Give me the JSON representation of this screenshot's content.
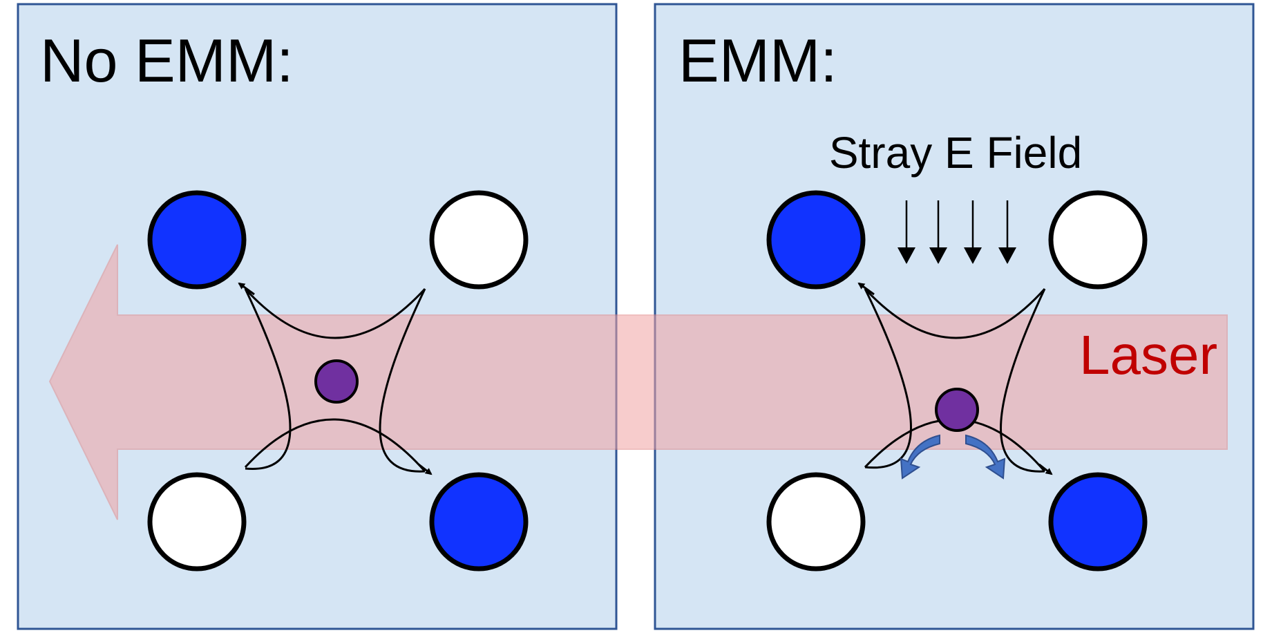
{
  "panels": [
    {
      "title": "No EMM:",
      "electrodes": [
        "dc",
        "rf",
        "rf",
        "dc"
      ]
    },
    {
      "title": "EMM:",
      "electrodes": [
        "dc",
        "rf",
        "rf",
        "dc"
      ]
    }
  ],
  "annotations": {
    "stray_field": "Stray E Field",
    "laser": "Laser"
  },
  "colors": {
    "panel_fill": "#d5e5f4",
    "panel_border": "#2f5594",
    "dc_electrode": "#1133ff",
    "rf_electrode": "#ffffff",
    "ion": "#7030a0",
    "laser_fill": "#f2a3a3",
    "laser_text": "#c00000",
    "micromotion_arrow": "#4472c4"
  }
}
